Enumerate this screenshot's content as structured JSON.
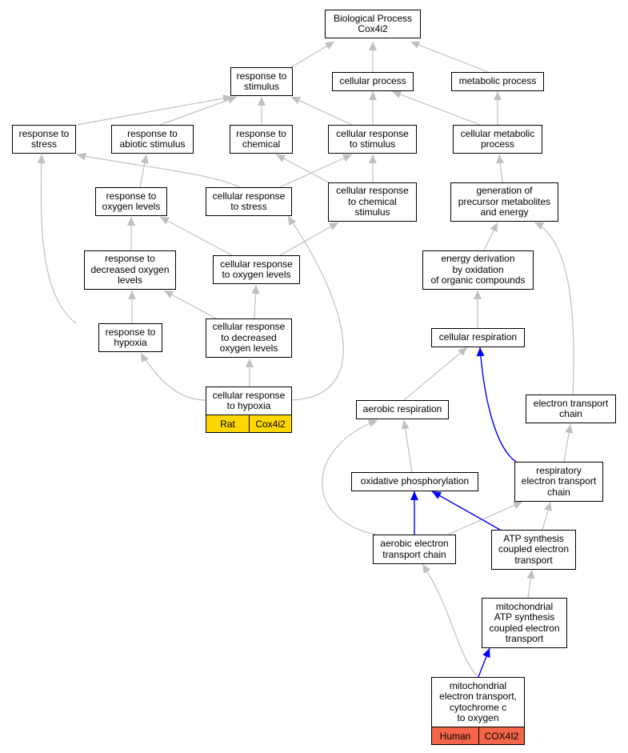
{
  "title": "Biological Process\nCox4i2",
  "nodes": {
    "bp": "Biological Process\nCox4i2",
    "resp_stim": "response to\nstimulus",
    "cell_proc": "cellular process",
    "metab_proc": "metabolic process",
    "resp_stress": "response to\nstress",
    "resp_abiotic": "response to\nabiotic stimulus",
    "resp_chem": "response to\nchemical",
    "cell_resp_stim": "cellular response\nto stimulus",
    "cell_metab": "cellular metabolic\nprocess",
    "resp_oxy": "response to\noxygen levels",
    "cell_resp_stress": "cellular response\nto stress",
    "cell_resp_chem": "cellular response\nto chemical\nstimulus",
    "gen_precursor": "generation of\nprecursor metabolites\nand energy",
    "resp_dec_oxy": "response to\ndecreased oxygen\nlevels",
    "cell_resp_oxy": "cellular response\nto oxygen levels",
    "energy_deriv": "energy derivation\nby oxidation\nof organic compounds",
    "resp_hypoxia": "response to\nhypoxia",
    "cell_resp_dec_oxy": "cellular response\nto decreased\noxygen levels",
    "cell_respiration": "cellular respiration",
    "cell_resp_hypoxia": "cellular response\nto hypoxia",
    "aerobic_resp": "aerobic respiration",
    "etc": "electron transport\nchain",
    "ox_phos": "oxidative phosphorylation",
    "resp_etc": "respiratory\nelectron transport\nchain",
    "aerobic_etc": "aerobic electron\ntransport chain",
    "atp_coupled": "ATP synthesis\ncoupled electron\ntransport",
    "mito_atp": "mitochondrial\nATP synthesis\ncoupled electron\ntransport",
    "mito_et": "mitochondrial\nelectron transport,\ncytochrome c\nto oxygen"
  },
  "annotations": {
    "rat": {
      "species": "Rat",
      "gene": "Cox4i2",
      "color": "#ffd700"
    },
    "human": {
      "species": "Human",
      "gene": "COX4I2",
      "color": "#f26548"
    }
  },
  "edge_colors": {
    "default": "#c0c0c0",
    "highlight": "#0000ff"
  }
}
